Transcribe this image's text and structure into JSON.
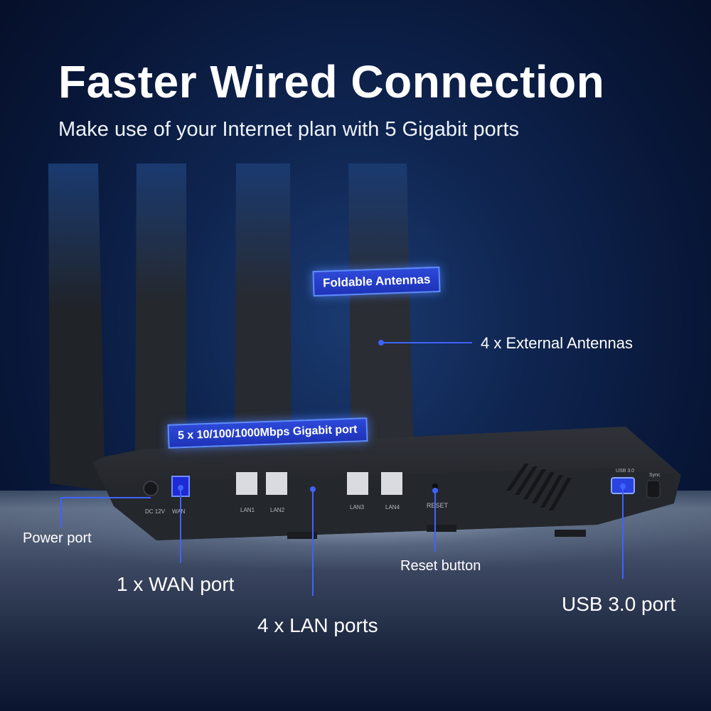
{
  "headline": {
    "title": "Faster Wired Connection",
    "subtitle": "Make use of your Internet plan with 5 Gigabit ports"
  },
  "tags": {
    "foldable": "Foldable Antennas",
    "gigabit": "5 x 10/100/1000Mbps Gigabit port"
  },
  "callouts": {
    "antennas": "4 x External Antennas",
    "power": "Power port",
    "wan": "1 x WAN port",
    "lan": "4 x LAN ports",
    "reset": "Reset button",
    "usb": "USB 3.0 port"
  },
  "port_labels": {
    "dc": "DC 12V",
    "wan": "WAN",
    "lan1": "LAN1",
    "lan2": "LAN2",
    "lan3": "LAN3",
    "lan4": "LAN4",
    "reset": "RESET",
    "usb": "USB 3.0",
    "sync": "Sync"
  },
  "colors": {
    "accent": "#2b4fe0",
    "background": "#0f2550"
  }
}
